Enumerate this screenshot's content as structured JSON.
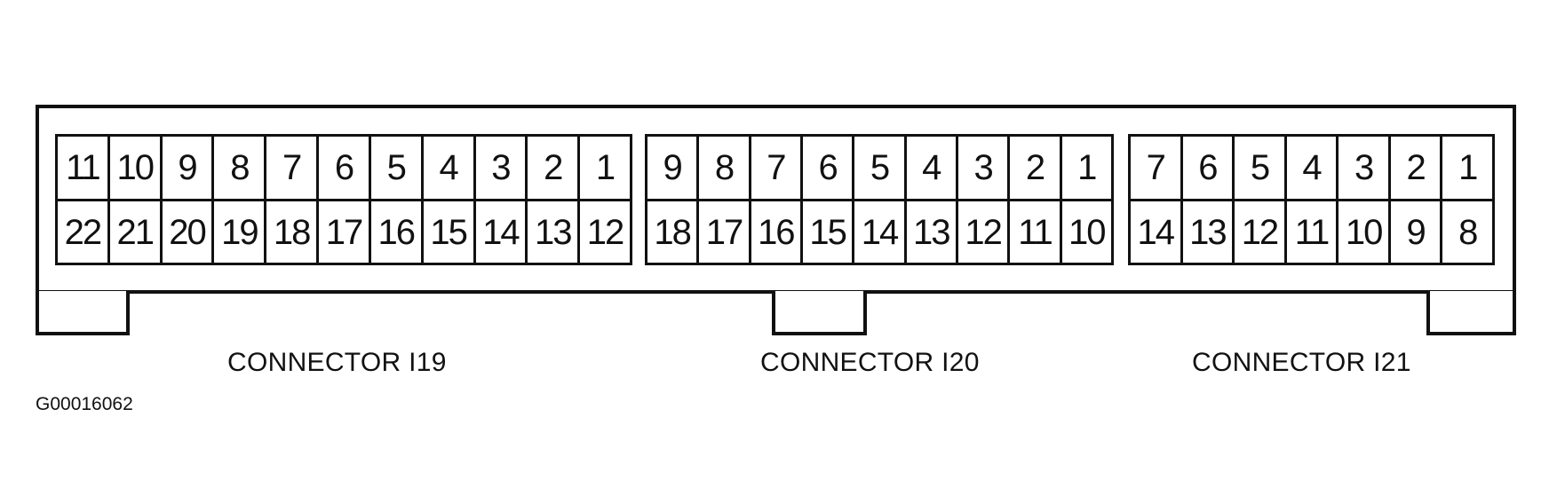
{
  "connectors": [
    {
      "label": "CONNECTOR I19",
      "top_row": [
        "11",
        "10",
        "9",
        "8",
        "7",
        "6",
        "5",
        "4",
        "3",
        "2",
        "1"
      ],
      "bottom_row": [
        "22",
        "21",
        "20",
        "19",
        "18",
        "17",
        "16",
        "15",
        "14",
        "13",
        "12"
      ]
    },
    {
      "label": "CONNECTOR I20",
      "top_row": [
        "9",
        "8",
        "7",
        "6",
        "5",
        "4",
        "3",
        "2",
        "1"
      ],
      "bottom_row": [
        "18",
        "17",
        "16",
        "15",
        "14",
        "13",
        "12",
        "11",
        "10"
      ]
    },
    {
      "label": "CONNECTOR I21",
      "top_row": [
        "7",
        "6",
        "5",
        "4",
        "3",
        "2",
        "1"
      ],
      "bottom_row": [
        "14",
        "13",
        "12",
        "11",
        "10",
        "9",
        "8"
      ]
    }
  ],
  "figure_id": "G00016062"
}
